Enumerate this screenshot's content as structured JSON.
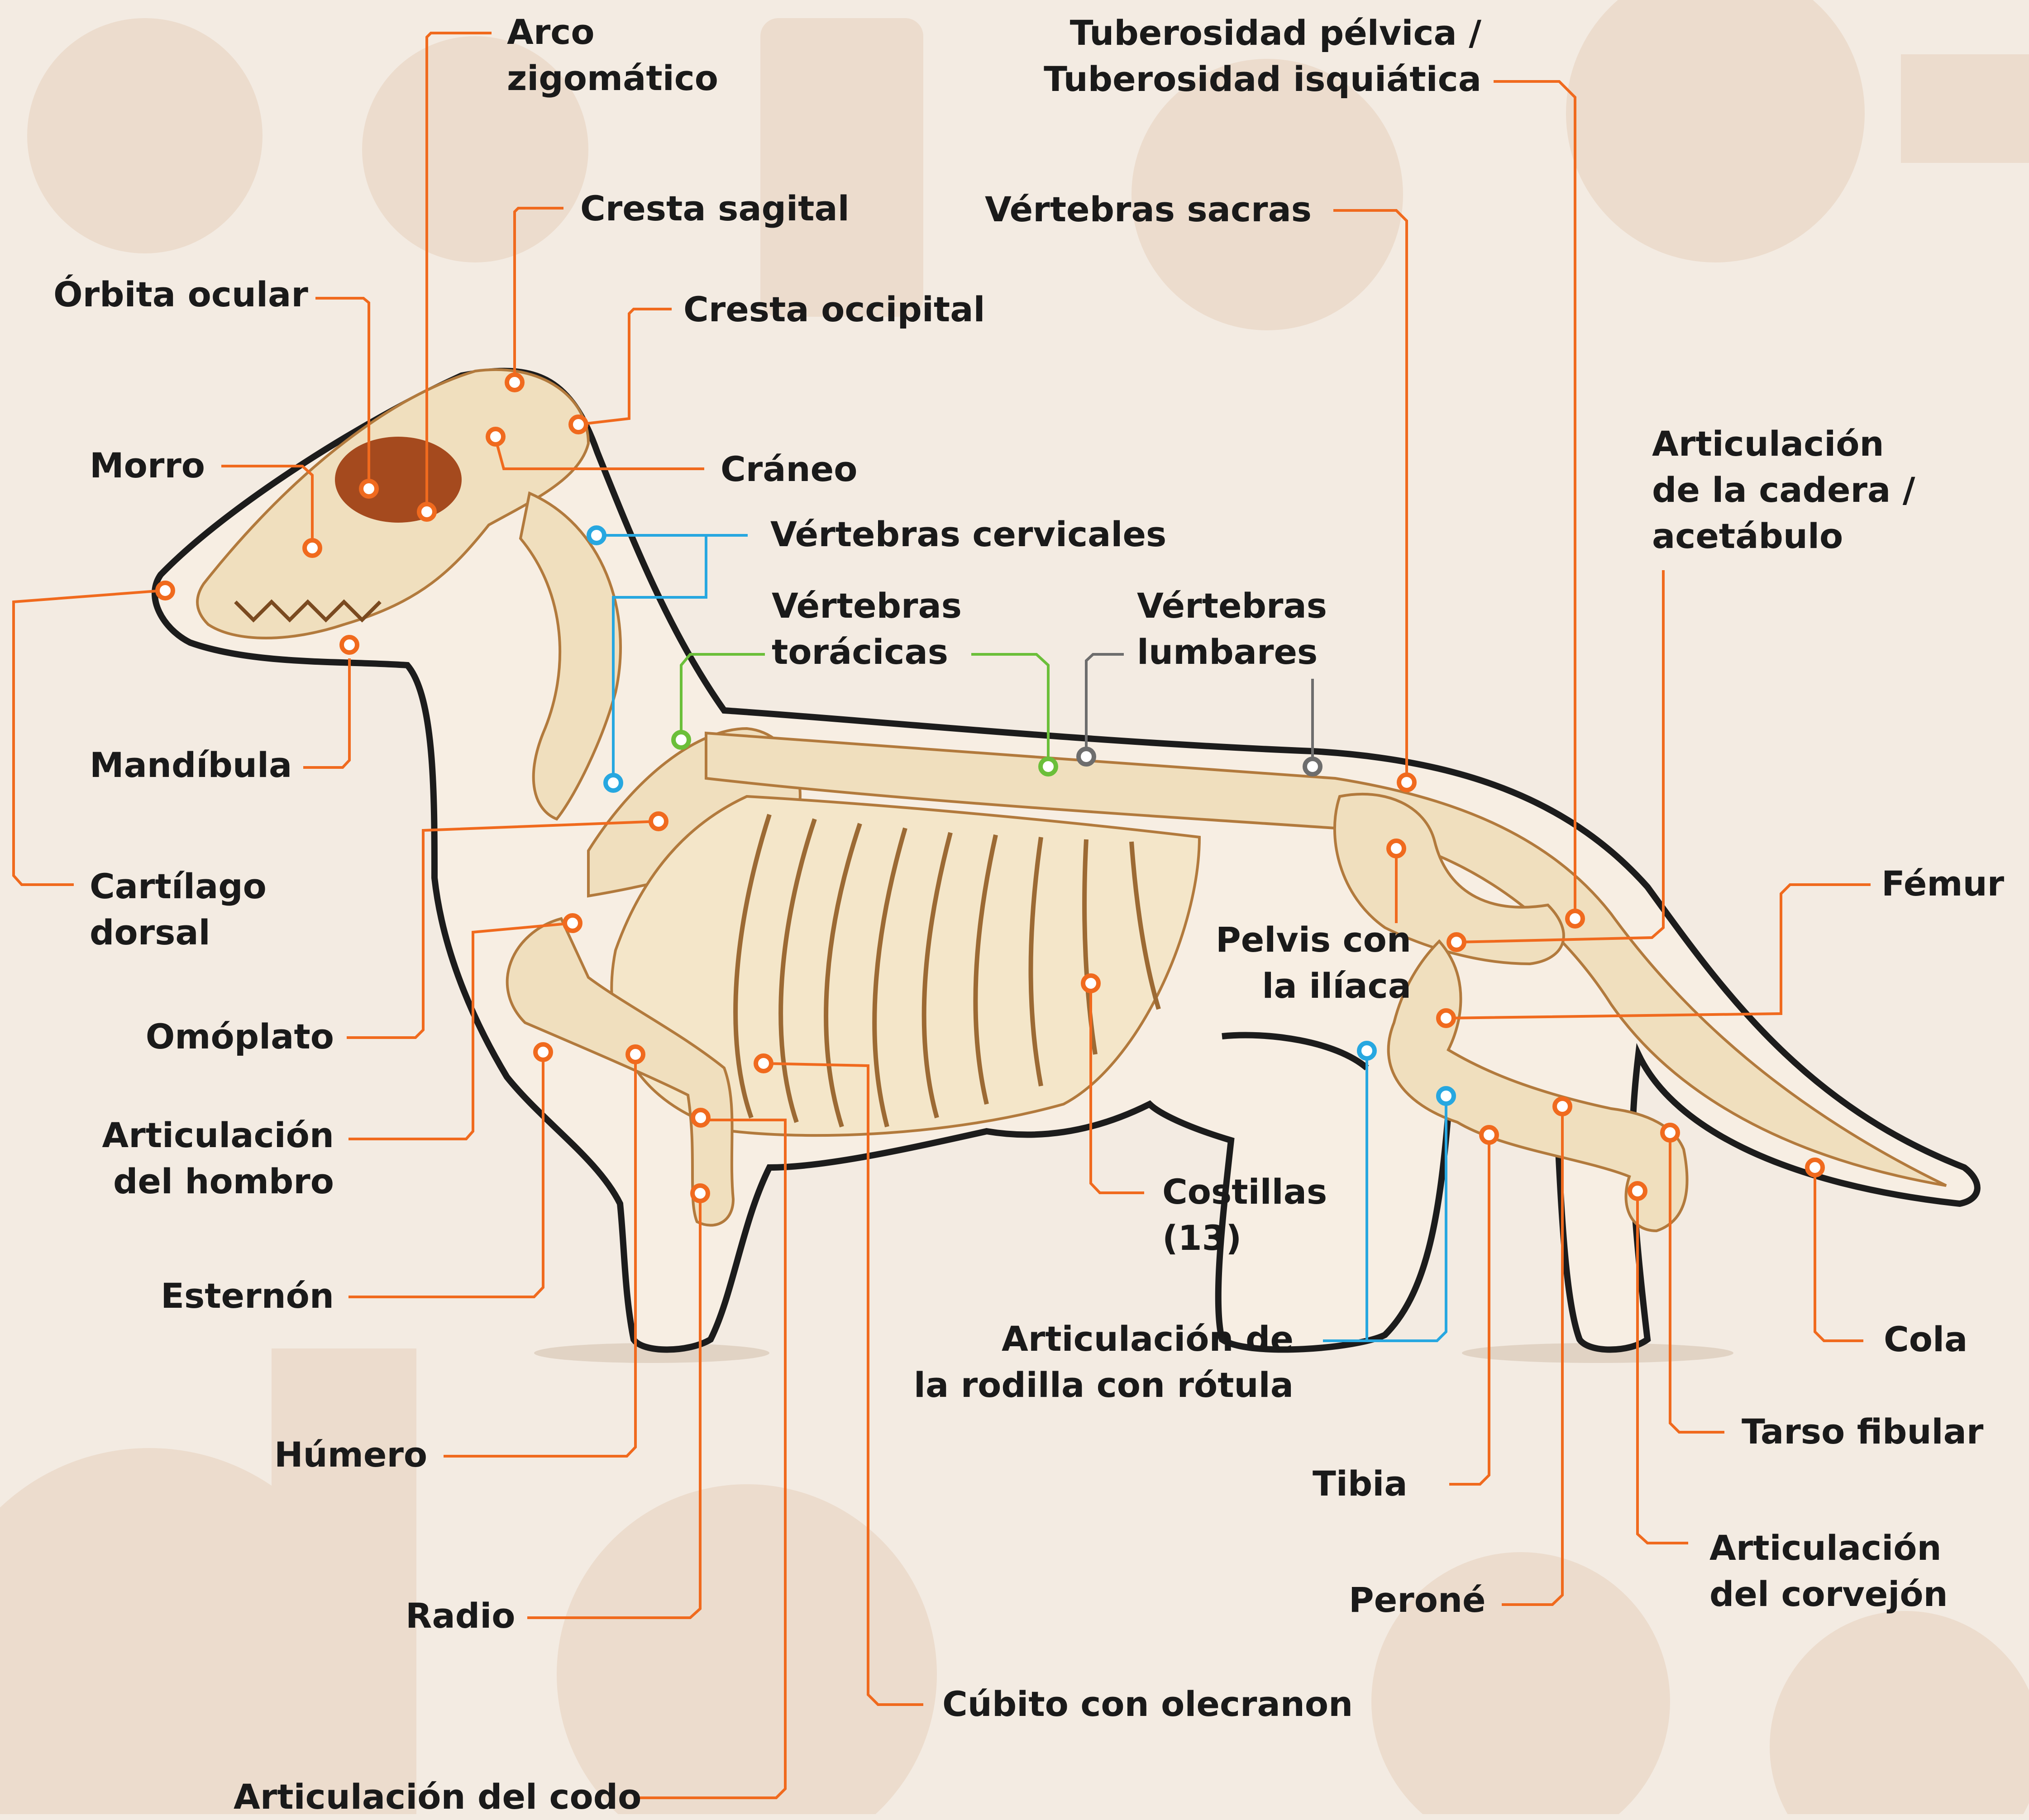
{
  "colors": {
    "background": "#f3ebe2",
    "watermark": "#ecdccd",
    "bone": "#f0dfbe",
    "bone_shade": "#c98f4e",
    "outline": "#1c1c1c",
    "leader_orange": "#f06a1e",
    "leader_blue": "#27a7e0",
    "leader_green": "#6bbf3a",
    "leader_gray": "#6d6d6d",
    "text": "#1a1a1a"
  },
  "labels": {
    "arco_zigomatico": [
      "Arco",
      "zigomático"
    ],
    "cresta_sagital": [
      "Cresta sagital"
    ],
    "orbita_ocular": [
      "Órbita ocular"
    ],
    "cresta_occipital": [
      "Cresta occipital"
    ],
    "morro": [
      "Morro"
    ],
    "craneo": [
      "Cráneo"
    ],
    "vertebras_cervicales": [
      "Vértebras cervicales"
    ],
    "vertebras_toracicas": [
      "Vértebras",
      "torácicas"
    ],
    "vertebras_lumbares": [
      "Vértebras",
      "lumbares"
    ],
    "mandibula": [
      "Mandíbula"
    ],
    "cartilago_dorsal": [
      "Cartílago",
      "dorsal"
    ],
    "omoplato": [
      "Omóplato"
    ],
    "articulacion_hombro": [
      "Articulación",
      "del hombro"
    ],
    "esternon": [
      "Esternón"
    ],
    "humero": [
      "Húmero"
    ],
    "radio": [
      "Radio"
    ],
    "cubito": [
      "Cúbito con olecranon"
    ],
    "articulacion_codo": [
      "Articulación del codo"
    ],
    "tuberosidad": [
      "Tuberosidad pélvica /",
      "Tuberosidad isquiática"
    ],
    "vertebras_sacras": [
      "Vértebras sacras"
    ],
    "articulacion_cadera": [
      "Articulación",
      "de la cadera /",
      "acetábulo"
    ],
    "femur": [
      "Fémur"
    ],
    "pelvis": [
      "Pelvis con",
      "la ilíaca"
    ],
    "costillas": [
      "Costillas",
      "(13)"
    ],
    "rodilla": [
      "Articulación de",
      "la rodilla con rótula"
    ],
    "cola": [
      "Cola"
    ],
    "tarso_fibular": [
      "Tarso fibular"
    ],
    "tibia": [
      "Tibia"
    ],
    "corvejon": [
      "Articulación",
      "del corvejón"
    ],
    "perone": [
      "Peroné"
    ]
  }
}
